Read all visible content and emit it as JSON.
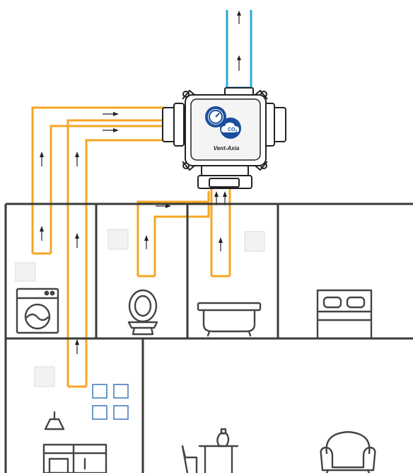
{
  "unit": {
    "brand": "Vent-Axia",
    "co2_label": "CO",
    "co2_subscript": "2"
  },
  "colors": {
    "duct_orange": "#f5a623",
    "duct_blue": "#29a8e0",
    "wall": "#3a3a3a",
    "unit_body": "#222222",
    "icon_outline": "#444444",
    "window": "#2f6db5",
    "sensor": "#e6e6e6"
  },
  "rooms": [
    {
      "id": "utility",
      "icon": "washing-machine-icon",
      "has_sensor": true
    },
    {
      "id": "wc",
      "icon": "toilet-icon",
      "has_sensor": true
    },
    {
      "id": "bathroom",
      "icon": "bathtub-icon",
      "has_sensor": true
    },
    {
      "id": "bedroom",
      "icon": "bed-icon",
      "has_sensor": false
    },
    {
      "id": "kitchen",
      "icon": "kitchen-icon",
      "has_sensor": true
    },
    {
      "id": "dining",
      "icon": "dining-table-icon",
      "has_sensor": false
    },
    {
      "id": "living",
      "icon": "armchair-icon",
      "has_sensor": false
    }
  ],
  "icons": {
    "unit": "mvhr-unit-icon",
    "gauge": "gauge-icon",
    "co2": "co2-cloud-icon",
    "flow": "airflow-arrow-icon",
    "sensor": "humidity-sensor-icon",
    "window": "window-icon",
    "hood": "cooker-hood-icon"
  }
}
